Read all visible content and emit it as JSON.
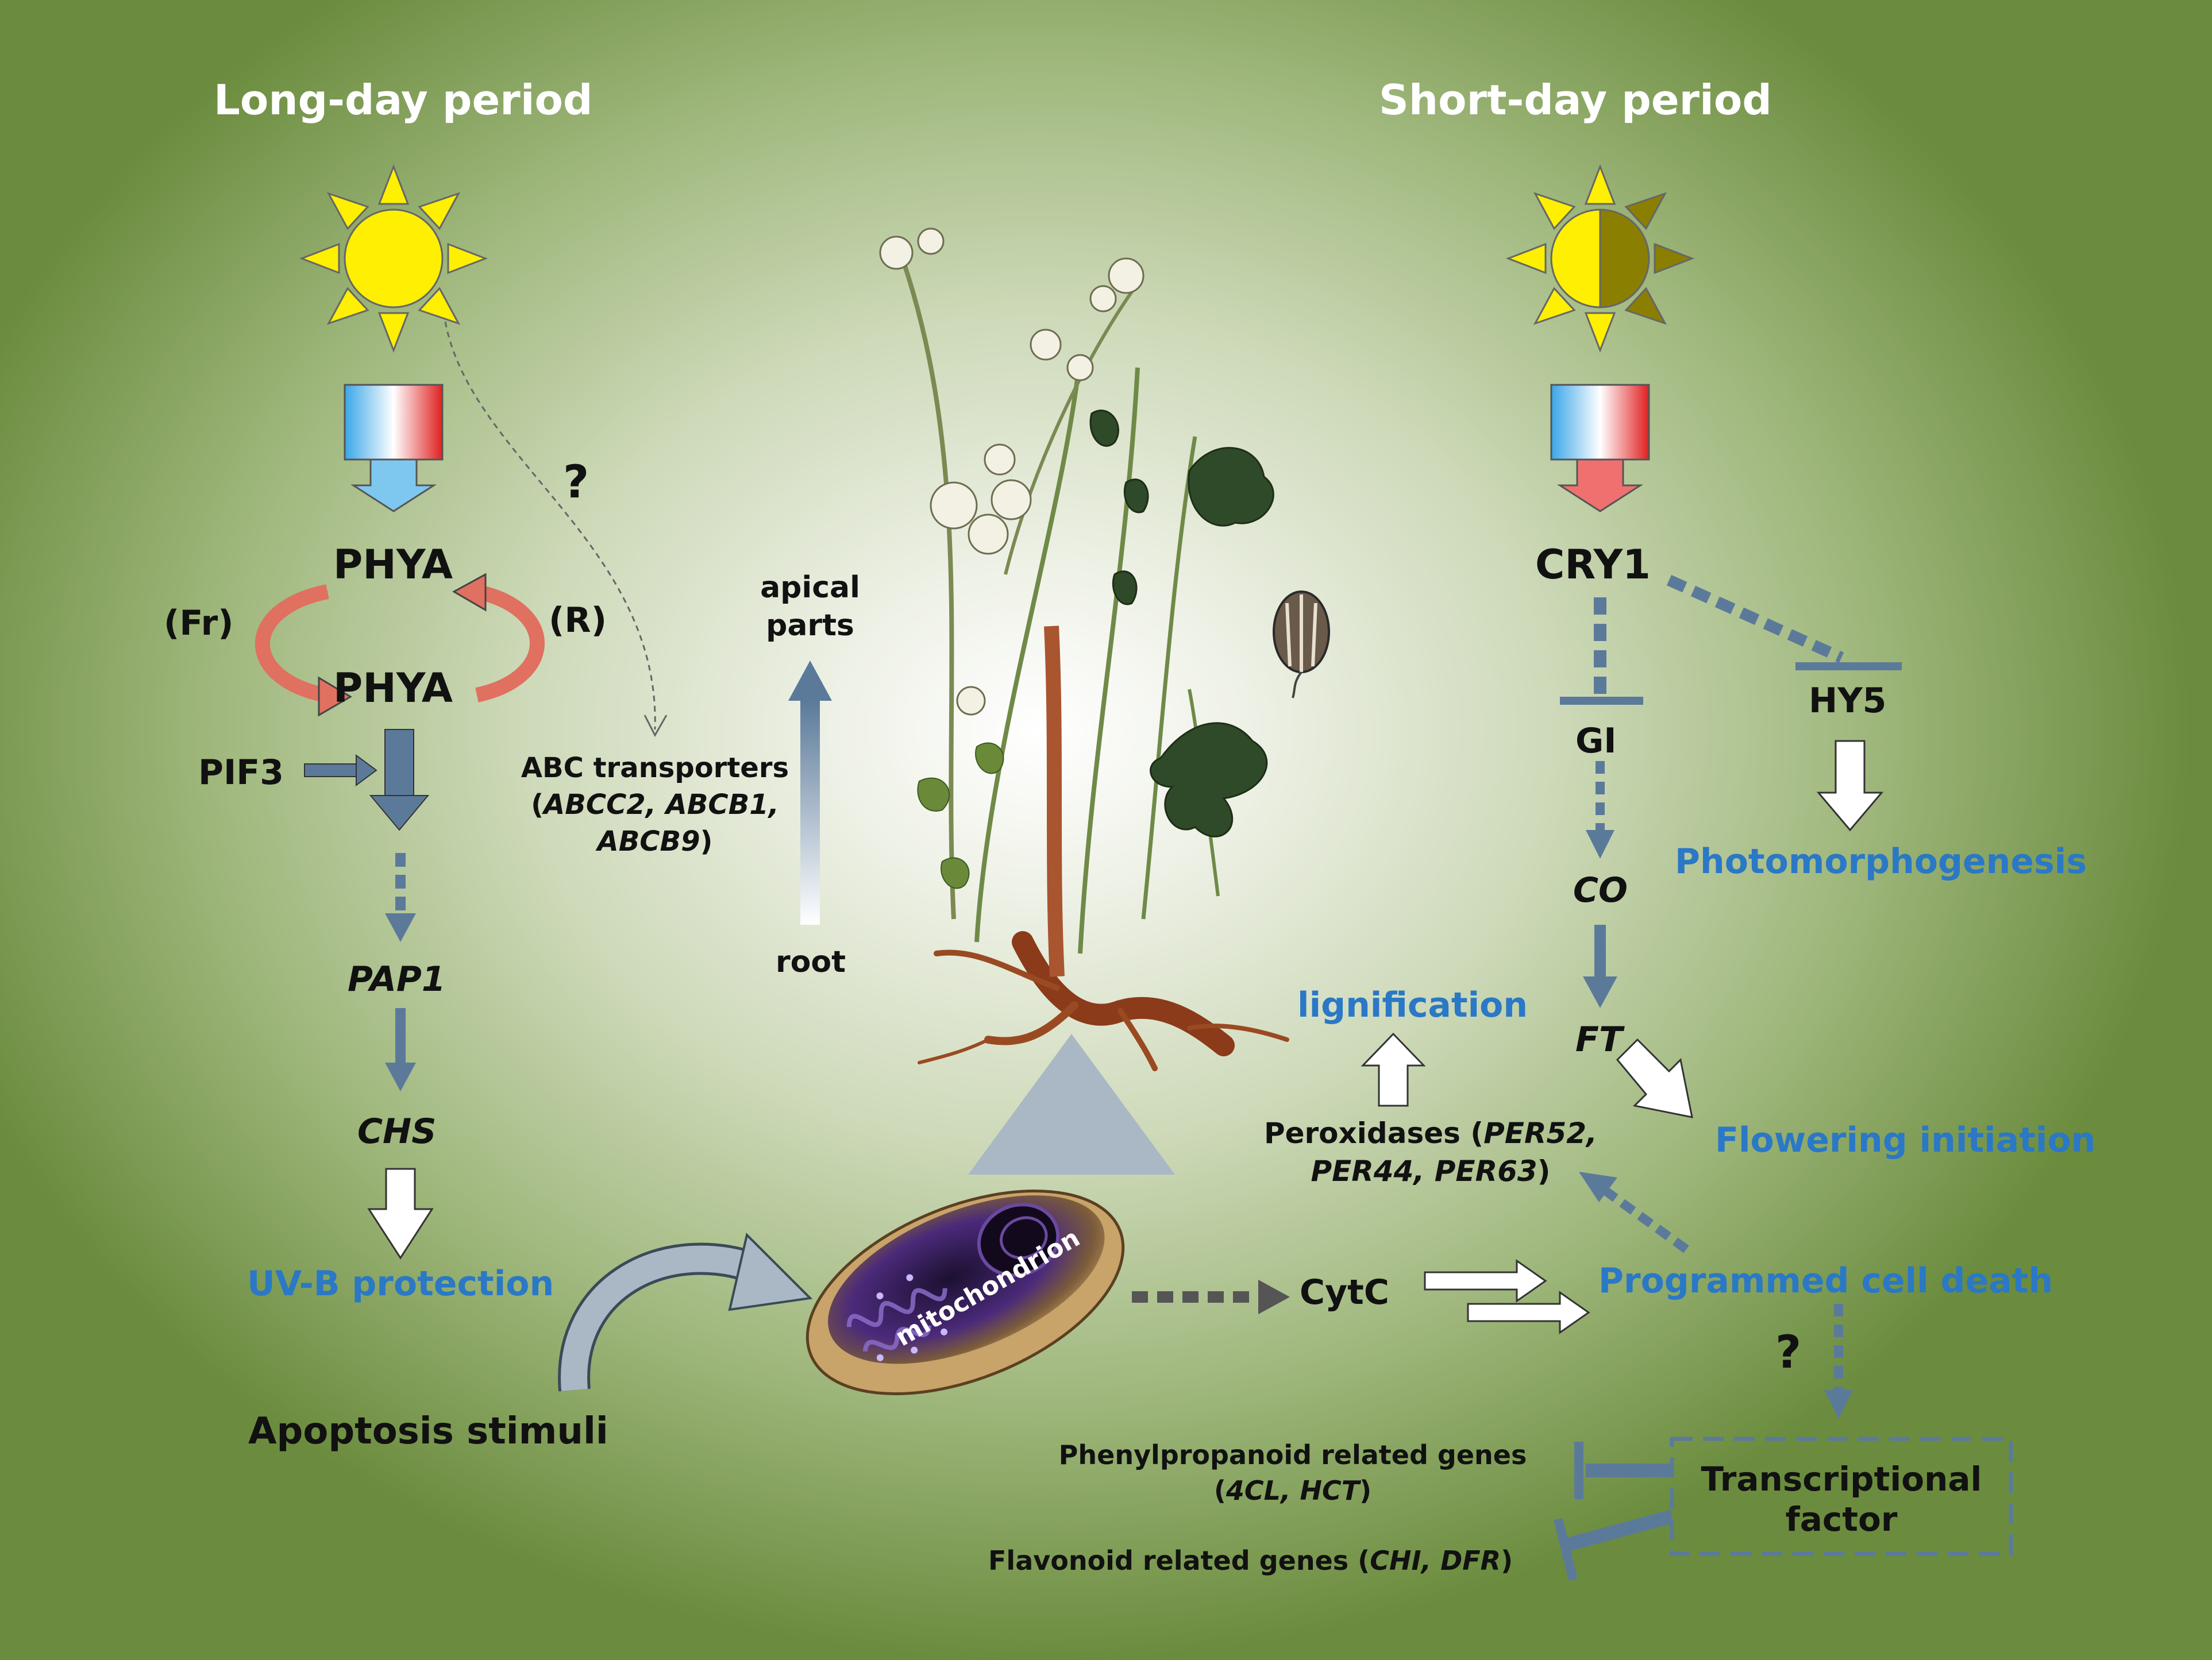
{
  "titles": {
    "left": "Long-day period",
    "right": "Short-day period"
  },
  "long_day": {
    "phya_top": "PHYA",
    "phya_bottom": "PHYA",
    "fr": "(Fr)",
    "r": "(R)",
    "pif3": "PIF3",
    "pap1": "PAP1",
    "chs": "CHS",
    "uvb": "UV-B protection",
    "question": "?",
    "abc_line1": "ABC transporters",
    "abc_line2_pre": "(",
    "abc_line2_genes": "ABCC2, ABCB1,",
    "abc_line3_genes": "ABCB9",
    "abc_line3_post": ")"
  },
  "center": {
    "apical_line1": "apical",
    "apical_line2": "parts",
    "root": "root",
    "mitochondrion": "mitochondrion",
    "apoptosis": "Apoptosis stimuli",
    "cytc": "CytC"
  },
  "short_day": {
    "cry1": "CRY1",
    "gi": "GI",
    "co": "CO",
    "ft": "FT",
    "hy5": "HY5",
    "photomorphogenesis": "Photomorphogenesis",
    "flowering": "Flowering initiation",
    "lignification": "lignification",
    "perox_line1_pre": "Peroxidases (",
    "perox_line1_gene": "PER52,",
    "perox_line2": "PER44, PER63",
    "perox_line2_post": ")",
    "pcd": "Programmed cell death",
    "question": "?",
    "tf_line1": "Transcriptional",
    "tf_line2": "factor",
    "phenyl_line1": "Phenylpropanoid related genes",
    "phenyl_line2_pre": "(",
    "phenyl_line2_genes": "4CL, HCT",
    "phenyl_line2_post": ")",
    "flav_pre": "Flavonoid related genes (",
    "flav_genes": "CHI, DFR",
    "flav_post": ")"
  },
  "colors": {
    "arrow_blue": "#5b7a9a",
    "salmon": "#e07060",
    "text_blue": "#2a78c6",
    "sun_yellow": "#ffef00",
    "sun_dark": "#8a7f00"
  }
}
